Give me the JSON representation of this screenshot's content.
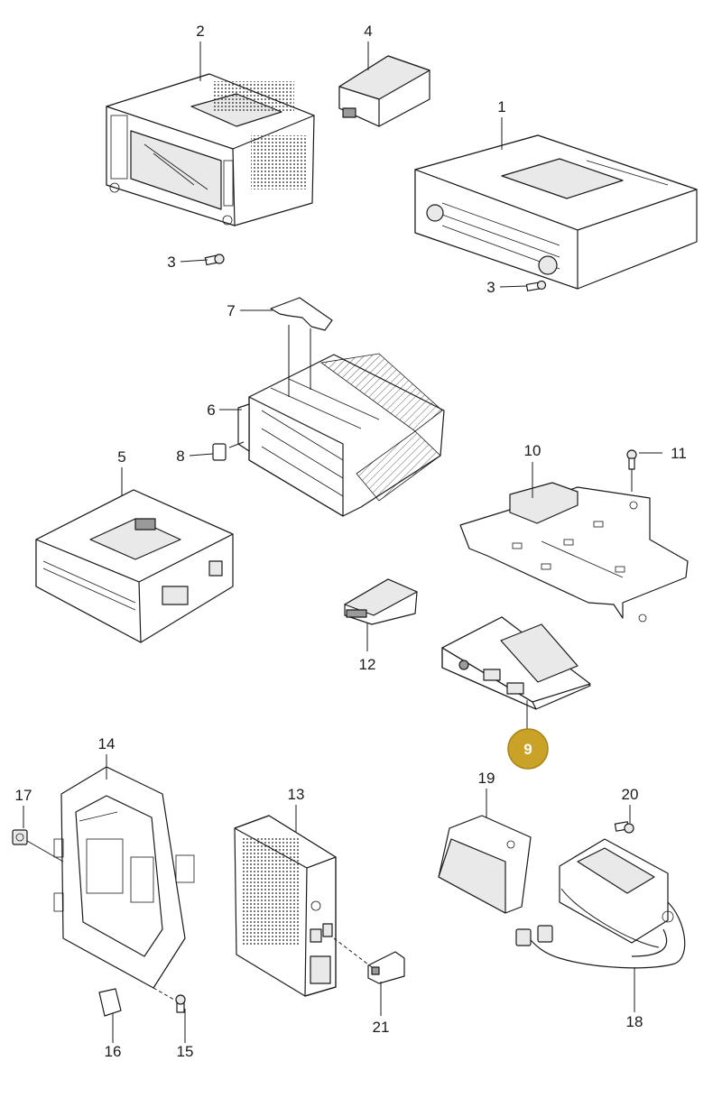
{
  "callouts": [
    {
      "id": "2",
      "label": "2"
    },
    {
      "id": "4",
      "label": "4"
    },
    {
      "id": "1",
      "label": "1"
    },
    {
      "id": "3a",
      "label": "3"
    },
    {
      "id": "3b",
      "label": "3"
    },
    {
      "id": "7",
      "label": "7"
    },
    {
      "id": "6",
      "label": "6"
    },
    {
      "id": "8",
      "label": "8"
    },
    {
      "id": "5",
      "label": "5"
    },
    {
      "id": "10",
      "label": "10"
    },
    {
      "id": "11",
      "label": "11"
    },
    {
      "id": "12",
      "label": "12"
    },
    {
      "id": "9",
      "label": "9"
    },
    {
      "id": "14",
      "label": "14"
    },
    {
      "id": "17",
      "label": "17"
    },
    {
      "id": "13",
      "label": "13"
    },
    {
      "id": "19",
      "label": "19"
    },
    {
      "id": "20",
      "label": "20"
    },
    {
      "id": "16",
      "label": "16"
    },
    {
      "id": "15",
      "label": "15"
    },
    {
      "id": "21",
      "label": "21"
    },
    {
      "id": "18",
      "label": "18"
    }
  ],
  "highlight": {
    "part": "9",
    "color": "#c9a227"
  }
}
